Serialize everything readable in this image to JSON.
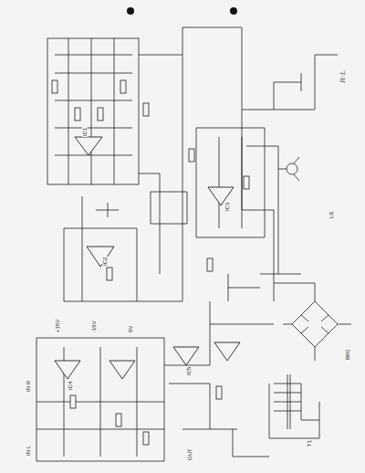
{
  "diagram": {
    "labels": [
      "IN L",
      "IN R",
      "+15V",
      "-15V",
      "0V",
      "OUT",
      "IC1",
      "IC2",
      "IC3",
      "IC4",
      "IC5",
      "R-L",
      "T1",
      "BR1",
      "LS"
    ]
  }
}
